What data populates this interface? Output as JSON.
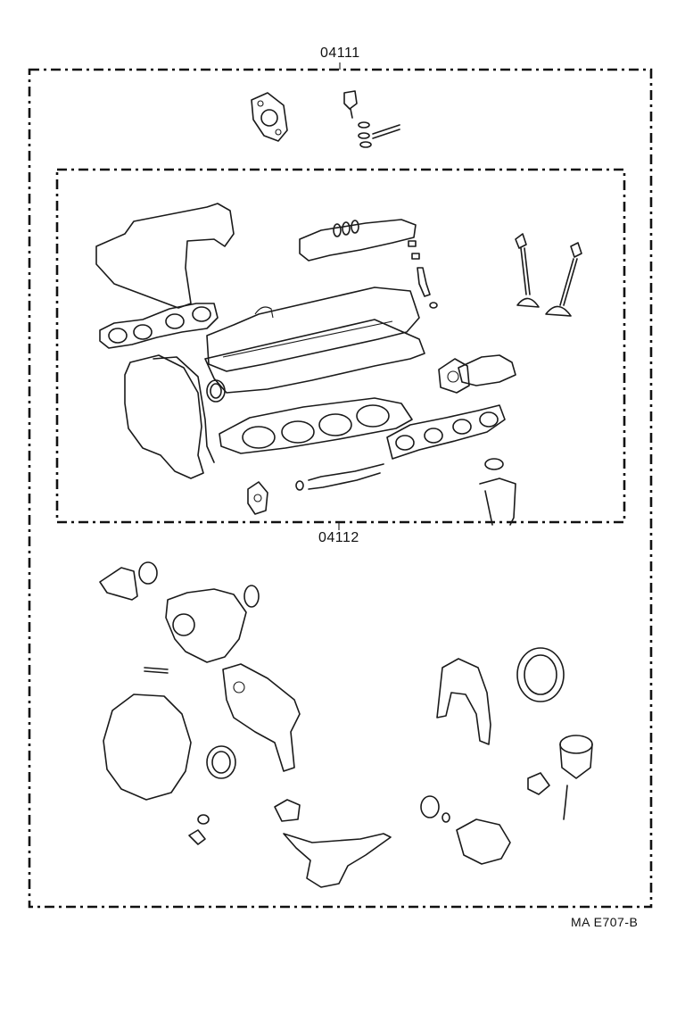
{
  "kits": {
    "outer_part_number": "04111",
    "inner_part_number": "04112"
  },
  "reference_code": "MA  E707-B"
}
